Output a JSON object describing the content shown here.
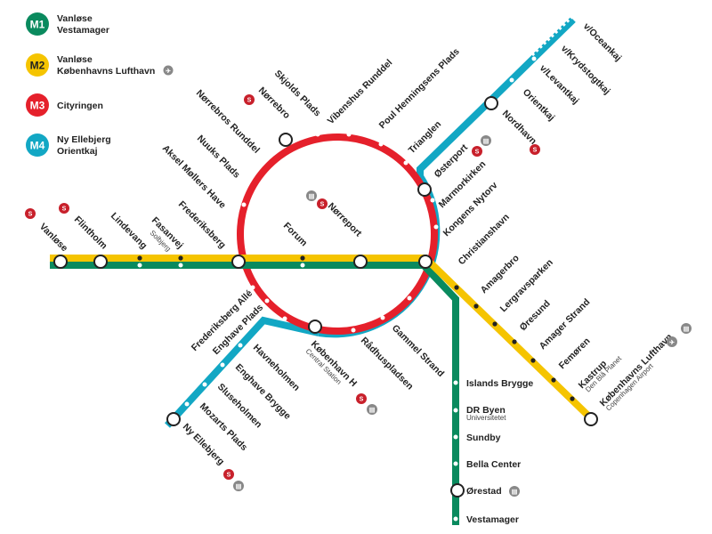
{
  "colors": {
    "m1": "#0a8a5e",
    "m2": "#f5c400",
    "m3": "#e5202b",
    "m4": "#12a7c4",
    "s_train": "#c8202b",
    "icon_grey": "#888888"
  },
  "legend": [
    {
      "badge": "M1",
      "lines": [
        "Vanløse",
        "Vestamager"
      ]
    },
    {
      "badge": "M2",
      "lines": [
        "Vanløse",
        "Københavns Lufthavn"
      ]
    },
    {
      "badge": "M3",
      "lines": [
        "Cityringen"
      ]
    },
    {
      "badge": "M4",
      "lines": [
        "Ny Ellebjerg",
        "Orientkaj"
      ]
    }
  ],
  "stations": {
    "vanlose": "Vanløse",
    "flintholm": "Flintholm",
    "lindevang": "Lindevang",
    "fasanvej": "Fasanvej",
    "fasanvej_sub": "Solbjerg",
    "frederiksberg": "Frederiksberg",
    "forum": "Forum",
    "norreport": "Nørreport",
    "kongens_nytorv": "Kongens Nytorv",
    "christianshavn": "Christianshavn",
    "amagerbro": "Amagerbro",
    "lergravsparken": "Lergravsparken",
    "oresund": "Øresund",
    "amager_strand": "Amager Strand",
    "femoren": "Femøren",
    "kastrup": "Kastrup",
    "kastrup_sub": "Den Blå Planet",
    "lufthavn": "Københavns Lufthavn",
    "lufthavn_sub": "Copenhagen Airport",
    "islands_brygge": "Islands Brygge",
    "dr_byen": "DR Byen",
    "dr_byen_sub": "Universitetet",
    "sundby": "Sundby",
    "bella_center": "Bella Center",
    "orestad": "Ørestad",
    "vestamager": "Vestamager",
    "norrebro": "Nørrebro",
    "skjolds_plads": "Skjolds Plads",
    "vibenshus_runddel": "Vibenshus Runddel",
    "poul_henningsens_plads": "Poul Henningsens Plads",
    "trianglen": "Trianglen",
    "osterport": "Østerport",
    "marmorkirken": "Marmorkirken",
    "gammel_strand": "Gammel Strand",
    "radhuspladsen": "Rådhuspladsen",
    "kobenhavn_h": "København H",
    "kobenhavn_h_sub": "Central Station",
    "frederiksberg_alle": "Frederiksberg Allé",
    "enghave_plads": "Enghave Plads",
    "aksel_mollers_have": "Aksel Møllers Have",
    "nuuks_plads": "Nuuks Plads",
    "norrebros_runddel": "Nørrebros Runddel",
    "nordhavn": "Nordhavn",
    "orientkaj": "Orientkaj",
    "v_levantkaj": "v/Levantkaj",
    "v_krydstogtkaj": "v/Krydstogtkaj",
    "v_oceankaj": "v/Oceankaj",
    "havneholmen": "Havneholmen",
    "enghave_brygge": "Enghave Brygge",
    "sluseholmen": "Sluseholmen",
    "mozarts_plads": "Mozarts Plads",
    "ny_ellebjerg": "Ny Ellebjerg"
  },
  "symbols": {
    "s_train": "S",
    "s_train_icon": "s-train-icon",
    "train_icon": "regional-train-icon",
    "airport_icon": "airplane-icon"
  }
}
